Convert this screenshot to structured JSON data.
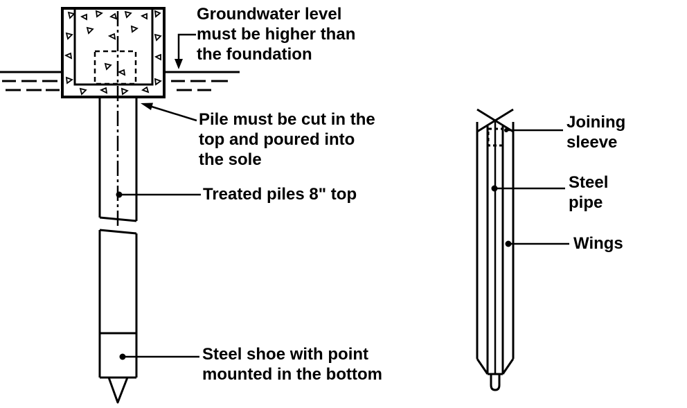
{
  "figure": {
    "left": {
      "labels": {
        "groundwater": "Groundwater level\nmust be higher than\nthe foundation",
        "pile_cut": "Pile must be cut in the\ntop and poured into\nthe sole",
        "treated_piles": "Treated piles 8\" top",
        "steel_shoe": "Steel shoe with point\nmounted in the bottom"
      }
    },
    "right": {
      "labels": {
        "joining_sleeve": "Joining\nsleeve",
        "steel_pipe": "Steel\npipe",
        "wings": "Wings"
      }
    },
    "colors": {
      "line": "#000000",
      "background": "#ffffff"
    }
  }
}
